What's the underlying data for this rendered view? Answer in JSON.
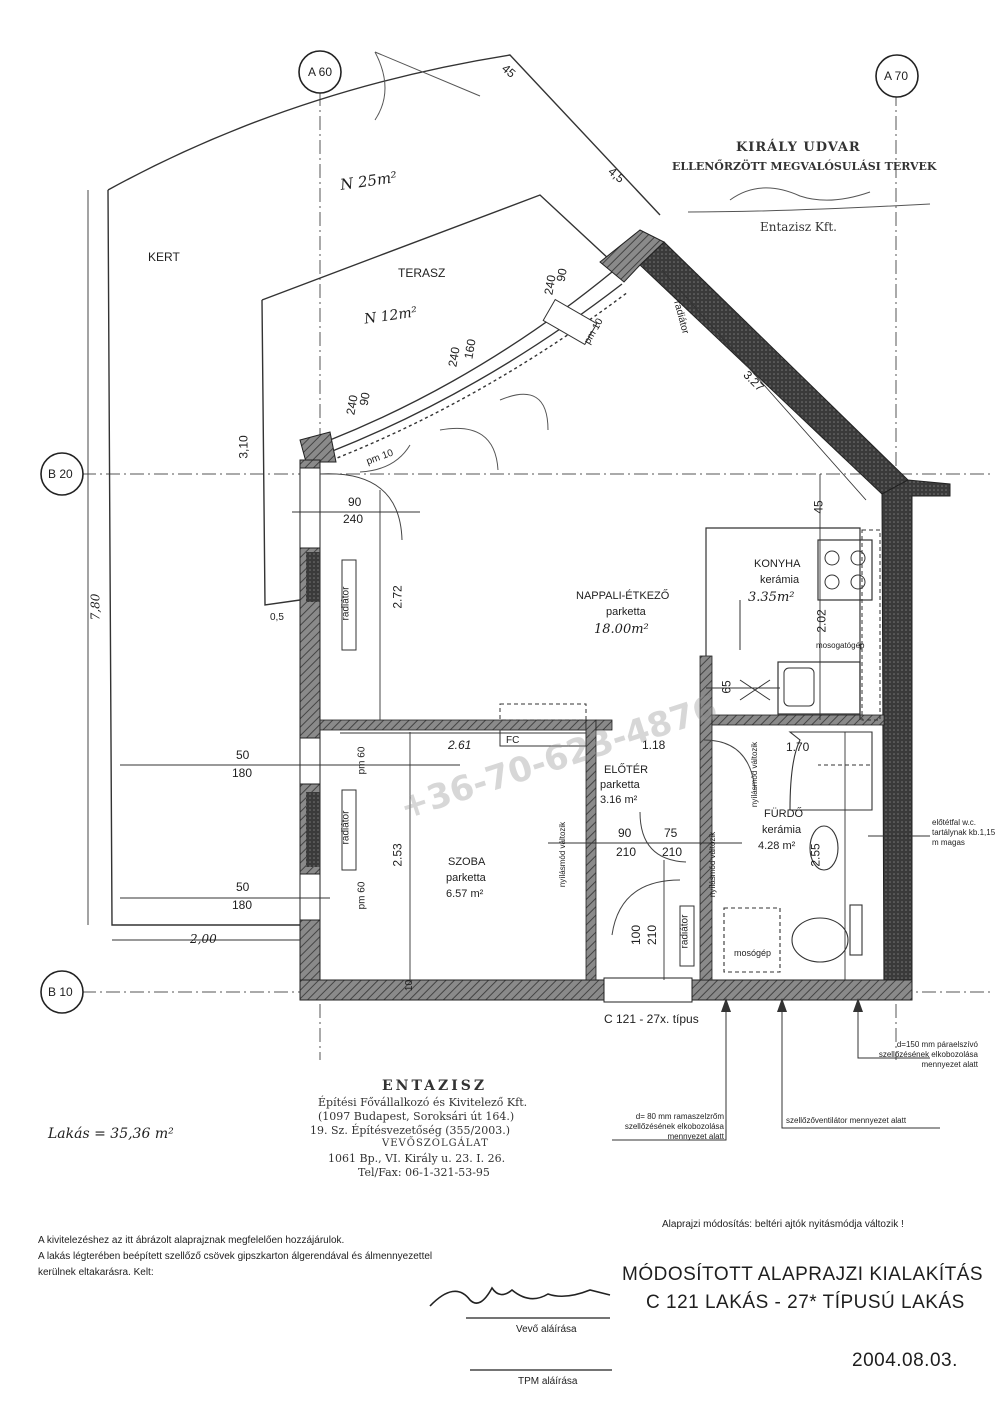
{
  "grid": {
    "a60": "A 60",
    "a70": "A 70",
    "b20": "B 20",
    "b10": "B 10"
  },
  "rooms": {
    "kert": "KERT",
    "kert_area": "N 25m²",
    "terasz": "TERASZ",
    "terasz_area": "N 12m²",
    "nappali": "NAPPALI-ÉTKEZŐ",
    "nappali_floor": "parketta",
    "nappali_area": "18.00m²",
    "konyha": "KONYHA",
    "konyha_floor": "kerámia",
    "konyha_area": "3.35m²",
    "eloter": "ELŐTÉR",
    "eloter_floor": "parketta",
    "eloter_area": "3.16 m²",
    "szoba": "SZOBA",
    "szoba_floor": "parketta",
    "szoba_area": "6.57 m²",
    "furdo": "FÜRDŐ",
    "furdo_floor": "kerámia",
    "furdo_area": "4.28 m²"
  },
  "labels": {
    "radiator": "radiátor",
    "pm10": "pm 10",
    "pm60": "pm 60",
    "fc": "FC",
    "mosogatogep": "mosogatógép",
    "mosogep": "mosógép",
    "nyilasmod": "nyílásmód változik",
    "elotetfal": "előtétfal w.c. tartálynak kb.1,15 m magas",
    "tipus": "C 121 - 27x. típus",
    "d80": "d= 80 mm ramaszelzrőm szellőzésének elkobozolása mennyezet alatt",
    "szellozo": "szellőzőventilátor mennyezet alatt",
    "d150": "d=150 mm páraelszívó szellőzésének elkobozolása mennyezet alatt"
  },
  "dims": {
    "d45a": "45",
    "d45b": "4,5",
    "d90_240_a": "90",
    "d240_a": "240",
    "d160": "160",
    "d240_b": "240",
    "d90_c": "90",
    "d240_c": "240",
    "d90_d": "90",
    "d240_d": "240",
    "d327": "3.27",
    "d310": "3,10",
    "d780": "7,80",
    "d272": "2.72",
    "d05": "0,5",
    "d45c": "45",
    "d202": "2.02",
    "d65": "65",
    "d261": "2.61",
    "d118": "1.18",
    "d50a": "50",
    "d180a": "180",
    "d50b": "50",
    "d180b": "180",
    "d253": "2.53",
    "d90e": "90",
    "d210e": "210",
    "d75": "75",
    "d210f": "210",
    "d100": "100",
    "d210g": "210",
    "d170": "1.70",
    "d255": "2.55",
    "d200": "2,00",
    "d10": "10"
  },
  "stamp": {
    "line1": "KIRÁLY UDVAR",
    "line2": "ELLENŐRZÖTT MEGVALÓSULÁSI TERVEK",
    "line3": "Entazisz Kft."
  },
  "company": {
    "name": "ENTAZISZ",
    "line1": "Építési Fővállalkozó és Kivitelező Kft.",
    "line2": "(1097 Budapest, Soroksári út 164.)",
    "line3": "19. Sz. Építésvezetőség (355/2003.)",
    "line4": "VEVŐSZOLGÁLAT",
    "line5": "1061 Bp., VI. Király u. 23. I. 26.",
    "line6": "Tel/Fax: 06-1-321-53-95"
  },
  "handwritten": {
    "lakas": "Lakás = 35,36 m²"
  },
  "notes": {
    "left1": "A kivitelezéshez az itt ábrázolt alaprajznak megfelelően hozzájárulok.",
    "left2": "A lakás légterében beépített szellőző csövek gipszkarton álgerendával és álmennyezettel",
    "left3": "kerülnek eltakarásra.          Kelt:",
    "right1": "Alaprajzi módosítás: beltéri ajtók nyitásmódja változik !"
  },
  "title": {
    "line1": "MÓDOSÍTOTT ALAPRAJZI KIALAKÍTÁS",
    "line2": "C 121 LAKÁS - 27* TÍPUSÚ LAKÁS",
    "date": "2004.08.03."
  },
  "signatures": {
    "vevo": "Vevő aláírása",
    "tpm": "TPM aláírása"
  },
  "watermark": "+36-70-623-4876"
}
